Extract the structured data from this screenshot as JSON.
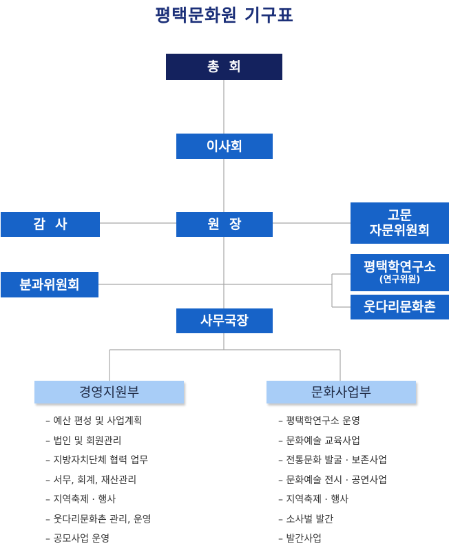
{
  "title": "평택문화원 기구표",
  "nodes": {
    "general_assembly": "총회",
    "board": "이사회",
    "auditor": "감사",
    "director": "원장",
    "advisory_line1": "고문",
    "advisory_line2": "자문위원회",
    "subcommittee": "분과위원회",
    "institute": "평택학연구소",
    "institute_note": "(연구위원)",
    "udari_village": "웃다리문화촌",
    "secretariat": "사무국장",
    "management_dept": "경영지원부",
    "culture_dept": "문화사업부"
  },
  "management_tasks": [
    "예산 편성 및 사업계획",
    "법인 및 회원관리",
    "지방자치단체 협력 업무",
    "서무, 회계, 재산관리",
    "지역축제 · 행사",
    "웃다리문화촌 관리, 운영",
    "공모사업 운영"
  ],
  "culture_tasks": [
    "평택학연구소 운영",
    "문화예술 교육사업",
    "전통문화 발굴 · 보존사업",
    "문화예술 전시 · 공연사업",
    "지역축제 · 행사",
    "소사벌 발간",
    "발간사업"
  ],
  "colors": {
    "navy": "#14225e",
    "blue": "#1763c8",
    "light_blue": "#a8cdf7",
    "title": "#1b2f78",
    "line": "#a6a6a6"
  }
}
